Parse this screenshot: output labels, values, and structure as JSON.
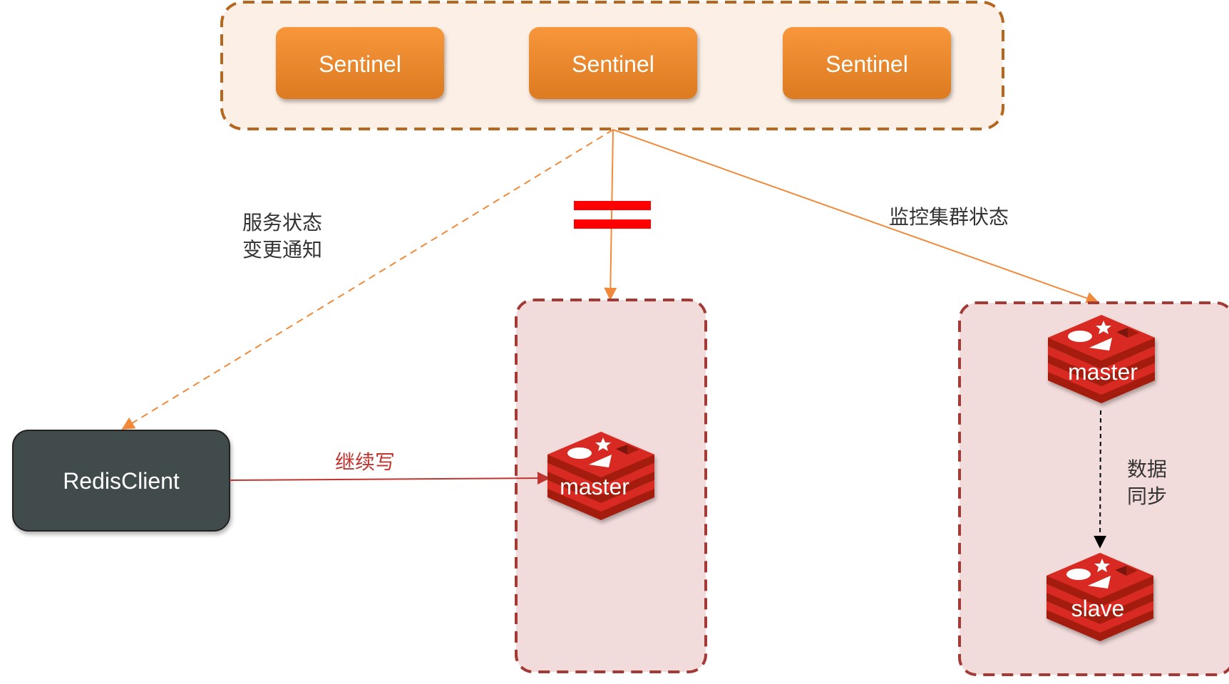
{
  "sentinel_group": {
    "nodes": [
      {
        "label": "Sentinel"
      },
      {
        "label": "Sentinel"
      },
      {
        "label": "Sentinel"
      }
    ]
  },
  "edges": {
    "notify_label_line1": "服务状态",
    "notify_label_line2": "变更通知",
    "monitor_label": "监控集群状态",
    "write_label": "继续写",
    "sync_label_line1": "数据",
    "sync_label_line2": "同步"
  },
  "client": {
    "label": "RedisClient"
  },
  "isolated_group": {
    "master": {
      "label": "master",
      "icon": "redis-icon"
    }
  },
  "cluster_group": {
    "master": {
      "label": "master",
      "icon": "redis-icon"
    },
    "slave": {
      "label": "slave",
      "icon": "redis-icon"
    }
  },
  "colors": {
    "sentinel_fill_top": "#F7963A",
    "sentinel_fill_bottom": "#DC7A22",
    "sentinel_group_bg": "#FCEFE6",
    "sentinel_group_border": "#B5661F",
    "redis_group_bg": "#F2DCDB",
    "redis_group_border": "#A33A36",
    "client_fill": "#424C4B",
    "arrow_orange": "#F08A3A",
    "write_color": "#C0352F",
    "partition_bar": "#FF0000",
    "redis_red": "#D82C20",
    "redis_dark": "#A41E11"
  }
}
